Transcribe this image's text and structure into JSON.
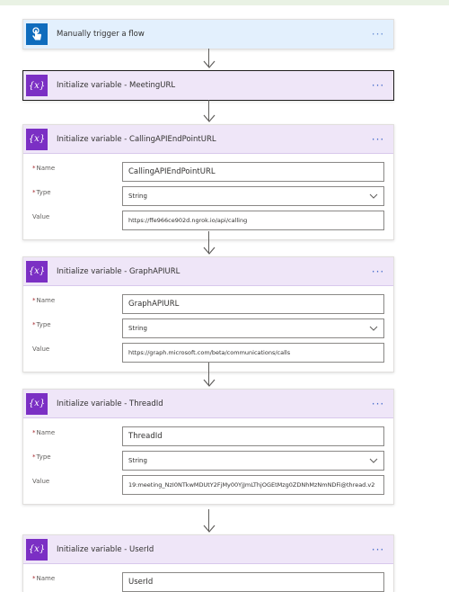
{
  "colors": {
    "trigger_header": "#e3f0fd",
    "variable_header": "#efe6f8",
    "trigger_icon": "#0f6cbd",
    "variable_icon": "#7b2fc4",
    "required_mark": "#a4262c"
  },
  "trigger": {
    "title": "Manually trigger a flow",
    "icon": "touch-icon",
    "more": "···"
  },
  "steps": [
    {
      "title": "Initialize variable - MeetingURL",
      "more": "···"
    },
    {
      "title": "Initialize variable - CallingAPIEndPointURL",
      "more": "···",
      "name_label": "Name",
      "name_value": "CallingAPIEndPointURL",
      "type_label": "Type",
      "type_value": "String",
      "value_label": "Value",
      "value": "https://ffe966ce902d.ngrok.io/api/calling"
    },
    {
      "title": "Initialize variable - GraphAPIURL",
      "more": "···",
      "name_label": "Name",
      "name_value": "GraphAPIURL",
      "type_label": "Type",
      "type_value": "String",
      "value_label": "Value",
      "value": "https://graph.microsoft.com/beta/communications/calls"
    },
    {
      "title": "Initialize variable - ThreadId",
      "more": "···",
      "name_label": "Name",
      "name_value": "ThreadId",
      "type_label": "Type",
      "type_value": "String",
      "value_label": "Value",
      "value": "19:meeting_NzI0NTkwMDUtY2FjMy00YjJmLThjOGEtMzg0ZDNhMzNmNDFi@thread.v2"
    },
    {
      "title": "Initialize variable - UserId",
      "more": "···",
      "name_label": "Name",
      "name_value": "UserId"
    }
  ],
  "variable_icon_label": "{x}",
  "required_marker": "*"
}
